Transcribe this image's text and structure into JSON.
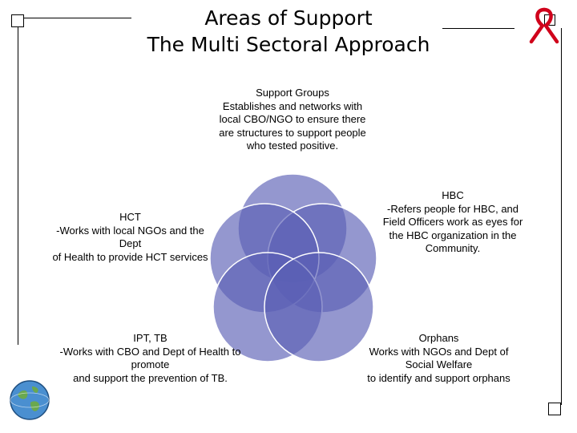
{
  "title": {
    "line1": "Areas of Support",
    "line2": "The Multi Sectoral Approach"
  },
  "areas": {
    "support_groups": "Support Groups\nEstablishes and networks with\nlocal CBO/NGO to ensure there\nare structures to support people\nwho tested positive.",
    "hbc": "HBC\n-Refers people for HBC, and\nField Officers work as eyes for\nthe HBC organization in the\nCommunity.",
    "hct": "HCT\n-Works with local NGOs and the\nDept\nof Health to provide HCT services",
    "ipt_tb": "IPT, TB\n-Works with CBO and Dept of Health to\npromote\nand support the prevention of TB.",
    "orphans": "Orphans\nWorks with NGOs and Dept of\nSocial Welfare\nto identify and support orphans"
  },
  "colors": {
    "circle_fill": "#5b5fb5",
    "circle_stroke": "#ffffff",
    "ribbon": "#d0021b"
  },
  "icons": {
    "ribbon": "awareness-ribbon-icon",
    "globe": "globe-logo-icon"
  }
}
